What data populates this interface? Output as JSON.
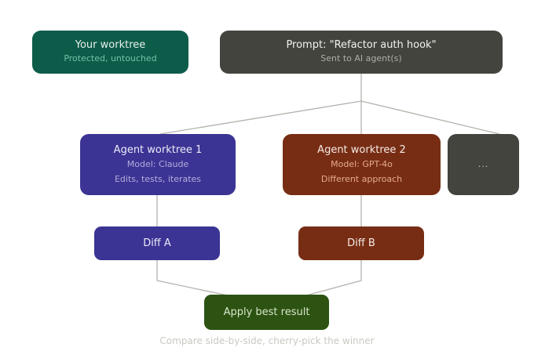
{
  "diagram": {
    "nodes": {
      "your_worktree": {
        "title": "Your worktree",
        "subtitle": "Protected, untouched",
        "color": "#0d5c49"
      },
      "prompt": {
        "title": "Prompt: \"Refactor auth hook\"",
        "subtitle": "Sent to AI agent(s)",
        "color": "#44443f"
      },
      "agent1": {
        "title": "Agent worktree 1",
        "line1": "Model: Claude",
        "line2": "Edits, tests, iterates",
        "color": "#3b3494"
      },
      "agent2": {
        "title": "Agent worktree 2",
        "line1": "Model: GPT-4o",
        "line2": "Different approach",
        "color": "#772d14"
      },
      "more_agents": {
        "label": "...",
        "color": "#44443f"
      },
      "diff_a": {
        "label": "Diff A",
        "color": "#3b3494"
      },
      "diff_b": {
        "label": "Diff B",
        "color": "#772d14"
      },
      "apply": {
        "label": "Apply best result",
        "color": "#2c5312"
      }
    },
    "caption": "Compare side-by-side, cherry-pick the winner",
    "connector_color": "#b2b2ac",
    "background_color": "#ffffff"
  }
}
